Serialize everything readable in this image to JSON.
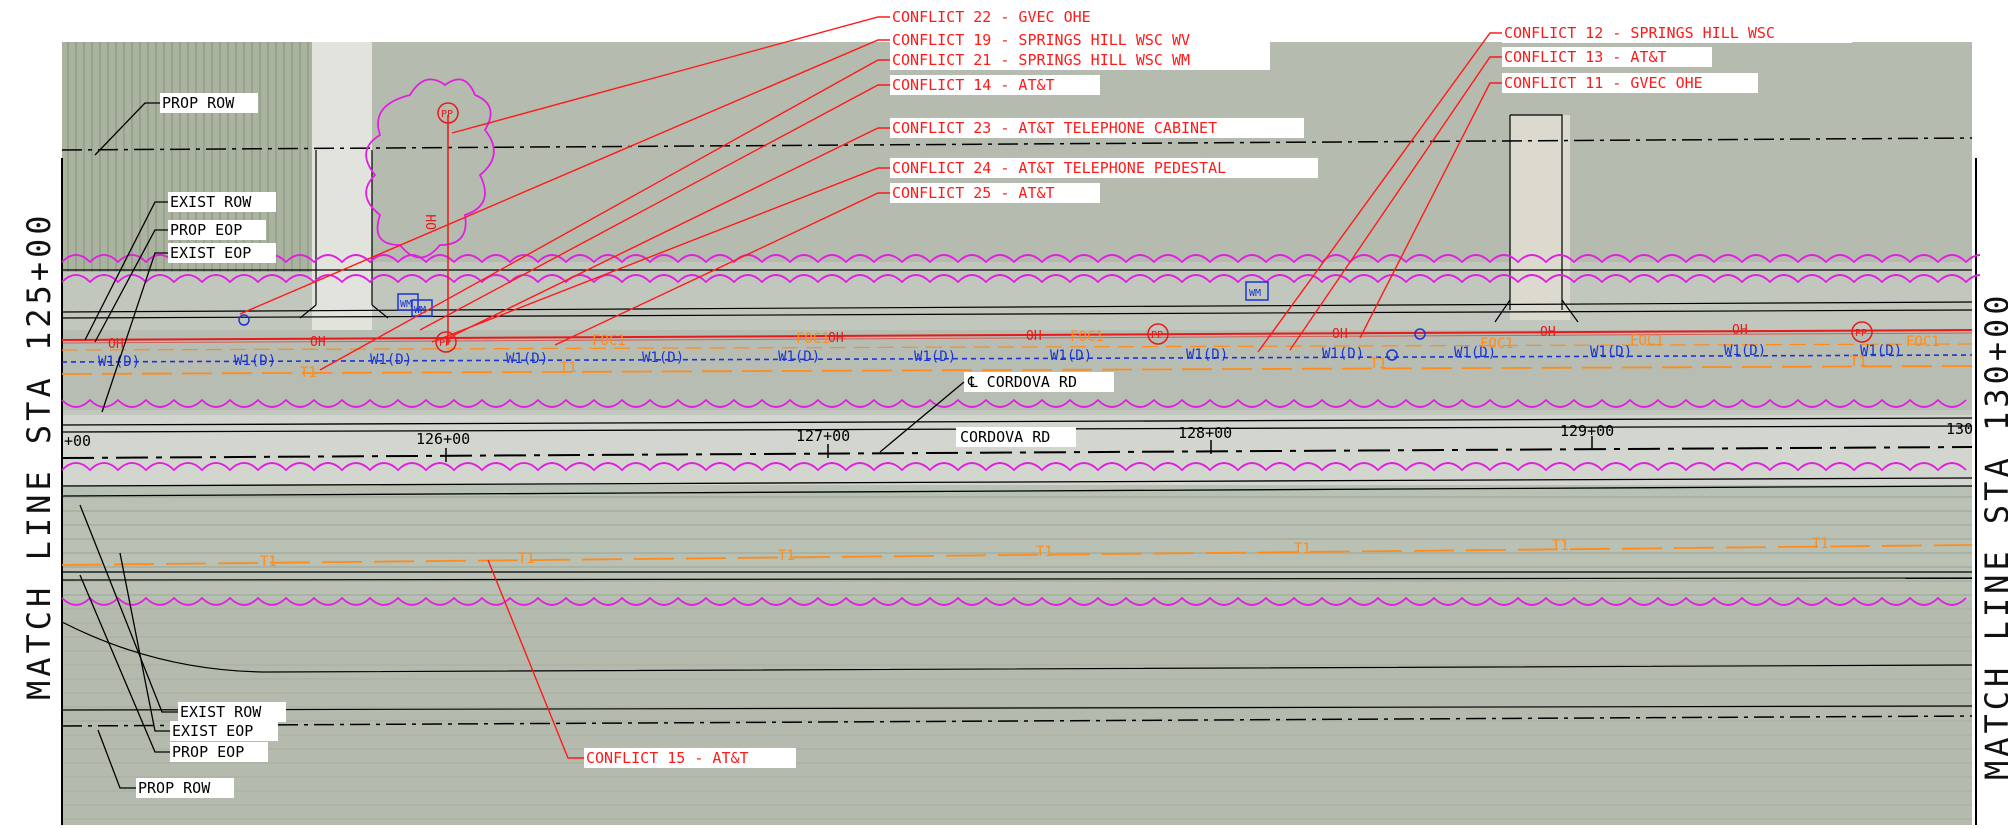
{
  "match_lines": {
    "left": "MATCH LINE STA 125+00",
    "right": "MATCH LINE STA 130+00"
  },
  "road": {
    "centerline_label": "℄ CORDOVA RD",
    "name_label": "CORDOVA RD",
    "stations": [
      "+00",
      "126+00",
      "127+00",
      "128+00",
      "129+00",
      "130"
    ]
  },
  "row_labels": {
    "top_prop_row": "PROP ROW",
    "top_exist_row": "EXIST ROW",
    "top_prop_eop": "PROP EOP",
    "top_exist_eop": "EXIST EOP",
    "bot_exist_row": "EXIST ROW",
    "bot_exist_eop": "EXIST EOP",
    "bot_prop_eop": "PROP EOP",
    "bot_prop_row": "PROP ROW"
  },
  "conflicts": [
    {
      "id": "c22",
      "text": "CONFLICT 22 - GVEC OHE"
    },
    {
      "id": "c19",
      "text": "CONFLICT 19 - SPRINGS HILL WSC WV"
    },
    {
      "id": "c21",
      "text": "CONFLICT 21 - SPRINGS HILL WSC WM"
    },
    {
      "id": "c14",
      "text": "CONFLICT 14 - AT&T"
    },
    {
      "id": "c23",
      "text": "CONFLICT 23 - AT&T TELEPHONE CABINET"
    },
    {
      "id": "c24",
      "text": "CONFLICT 24 - AT&T TELEPHONE PEDESTAL"
    },
    {
      "id": "c25",
      "text": "CONFLICT 25 - AT&T"
    },
    {
      "id": "c12",
      "text": "CONFLICT 12 - SPRINGS HILL WSC"
    },
    {
      "id": "c13",
      "text": "CONFLICT 13 - AT&T"
    },
    {
      "id": "c11",
      "text": "CONFLICT 11 - GVEC OHE"
    },
    {
      "id": "c15",
      "text": "CONFLICT 15 - AT&T"
    }
  ],
  "utility_tags": {
    "water": "W1(D)",
    "overhead": "OH",
    "telephone": "T1",
    "fiber": "FOC1",
    "water_meter": "WM",
    "power_pole": "PP"
  },
  "colors": {
    "conflict": "#ff1a1a",
    "water": "#1a35d6",
    "telephone": "#ff8c1a",
    "tree_line": "#e020e0"
  }
}
